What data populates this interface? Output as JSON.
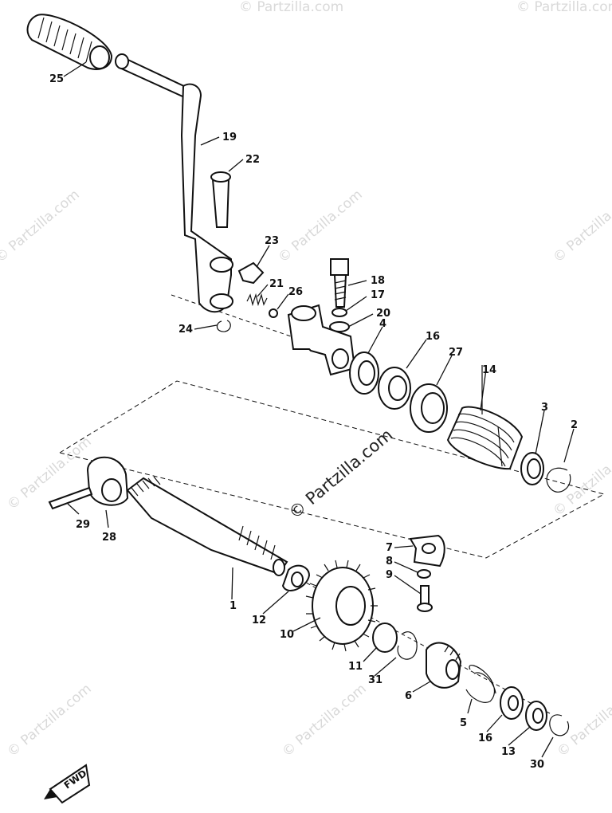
{
  "diagram": {
    "watermark_brand": "© Partzilla.com",
    "center_watermark": "© Partzilla.com",
    "fwd_mark": "FWD",
    "callouts": {
      "c25": "25",
      "c19": "19",
      "c22": "22",
      "c23": "23",
      "c18": "18",
      "c21": "21",
      "c26": "26",
      "c17": "17",
      "c20": "20",
      "c24": "24",
      "c4": "4",
      "c16a": "16",
      "c27": "27",
      "c14": "14",
      "c3": "3",
      "c2": "2",
      "c29": "29",
      "c28": "28",
      "c7": "7",
      "c8": "8",
      "c9": "9",
      "c1": "1",
      "c12": "12",
      "c10": "10",
      "c11": "11",
      "c31": "31",
      "c6": "6",
      "c5": "5",
      "c16b": "16",
      "c13": "13",
      "c30": "30"
    }
  }
}
